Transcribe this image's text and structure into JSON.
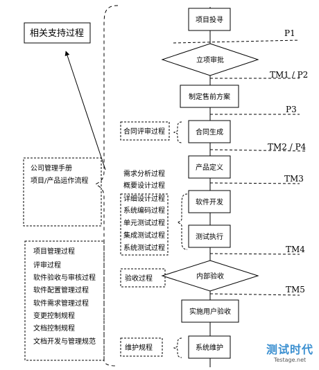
{
  "support_title": "相关支持过程",
  "support_docs": [
    "公司管理手册",
    "项目/产品运作流程"
  ],
  "standards": [
    "项目管理过程",
    "评审过程",
    "软件验收与审核过程",
    "软件配置管理过程",
    "软件需求管理过程",
    "变更控制规程",
    "文档控制规程",
    "文档开发与管理规范"
  ],
  "main_steps": {
    "project_bid": "项目投寻",
    "approval": "立项审批",
    "presales": "制定售前方案",
    "contract": "合同生成",
    "product_def": "产品定义",
    "dev": "软件开发",
    "test": "测试执行",
    "acceptance": "内部验收",
    "impl": "实施用户验收",
    "maint": "系统维护"
  },
  "side_labels": {
    "contract_review": "合同评审过程",
    "dev_processes": [
      "需求分析过程",
      "概要设计过程",
      "详细设计过程",
      "系统编码过程",
      "单元测试过程",
      "集成测试过程",
      "系统测试过程"
    ],
    "acceptance": "验收过程",
    "maintenance": "维护规程"
  },
  "milestones": [
    "P1",
    "TM1 / P2",
    "P3",
    "TM2 / P4",
    "TM3",
    "TM4",
    "TM5"
  ],
  "watermark": {
    "title": "测试时代",
    "url": "Testage.net"
  }
}
